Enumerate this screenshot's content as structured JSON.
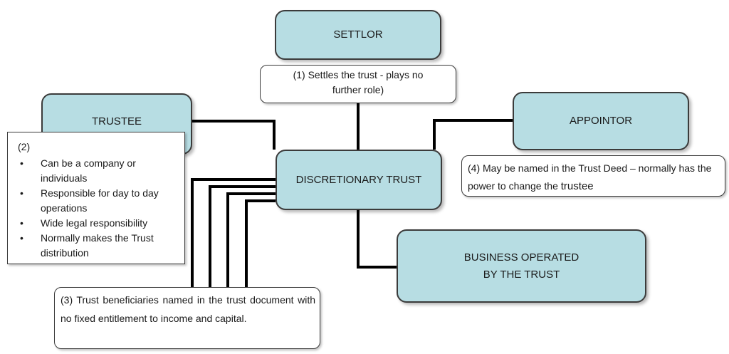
{
  "nodes": {
    "settlor": "SETTLOR",
    "trustee": "TRUSTEE",
    "appointor": "APPOINTOR",
    "trust": "DISCRETIONARY TRUST",
    "business_line1": "BUSINESS OPERATED",
    "business_line2": "BY THE TRUST"
  },
  "notes": {
    "settlor_note_line1": "(1) Settles the trust - plays no",
    "settlor_note_line2": "further role)",
    "trustee_note_number": "(2)",
    "trustee_note_items": [
      "Can be a company or individuals",
      "Responsible for day to day operations",
      "Wide legal responsibility",
      "Normally makes the Trust distribution"
    ],
    "beneficiaries_note": "(3) Trust beneficiaries named in the trust document with no fixed entitlement to income and capital.",
    "appointor_note_start": "(4) May be named in the Trust Deed – normally has the power to change the ",
    "appointor_note_end": "trustee"
  },
  "colors": {
    "box_fill": "#b7dde3",
    "outline": "#3b3b3b",
    "connector": "#000000"
  }
}
